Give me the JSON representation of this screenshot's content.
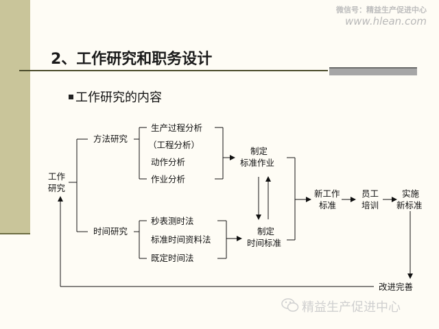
{
  "watermark": {
    "line1": "微信号：精益生产促进中心",
    "line2": "www.hlean.com",
    "bottom": "精益生产促进中心"
  },
  "title": "2、工作研究和职务设计",
  "subtitle": "工作研究的内容",
  "diagram": {
    "root": [
      "工作",
      "研究"
    ],
    "method_study": "方法研究",
    "time_study": "时间研究",
    "method_items": [
      "生产过程分析",
      "（工程分析）",
      "动作分析",
      "作业分析"
    ],
    "time_items": [
      "秒表测时法",
      "标准时间资料法",
      "既定时间法"
    ],
    "std_work": [
      "制定",
      "标准作业"
    ],
    "std_time": [
      "制定",
      "时间标准"
    ],
    "new_std": [
      "新工作",
      "标准"
    ],
    "training": [
      "员工",
      "培训"
    ],
    "implement": [
      "实施",
      "新标准"
    ],
    "improve": "改进完善"
  },
  "colors": {
    "background": "#fefcf5",
    "sidebar": "#c9c59a",
    "band": "#a6a6a6"
  }
}
